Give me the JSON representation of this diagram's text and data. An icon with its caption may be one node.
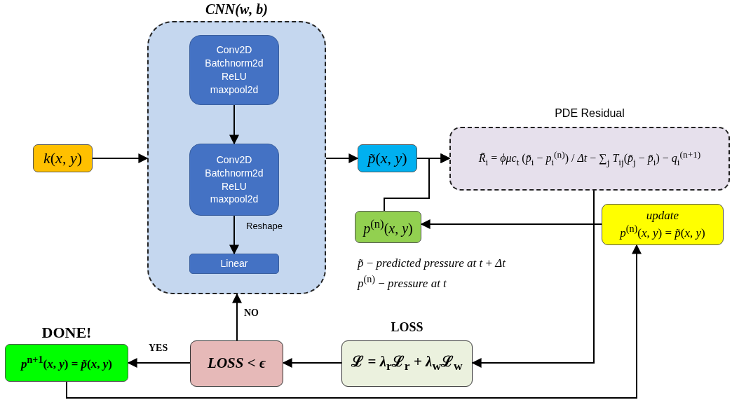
{
  "diagram": {
    "nodes": [
      {
        "text": [
          "*CNN*(**w**, **b**)"
        ]
      },
      {
        "text": [
          "Conv2D Batchnorm2d ReLU maxpool2d"
        ],
        "in": 0
      },
      {
        "text": [
          "Conv2D Batchnorm2d ReLU maxpool2d"
        ],
        "in": 0
      },
      {
        "text": [
          "Linear"
        ],
        "in": 0
      },
      {
        "text": [
          "*k*(*x*, *y*)"
        ]
      },
      {
        "text": [
          "*p̃*(*x*, *y*)"
        ]
      },
      {
        "text": [
          "PDE Residual",
          "*R̃*$_{i}$ = *ϕμc*$_{t}$ (*p̃*$_{i}$ − *p*$_{i}$$^{(n)}$) / *Δt* − ∑$_{j}$ *T*$_{ij}$(*p̃*$_{j}$ − *p̃*$_{i}$) − *q*$_{i}$$^{(n+1)}$"
        ]
      },
      {
        "text": [
          "*p*$^{(n)}$(*x*, *y*)"
        ]
      },
      {
        "text": [
          "update",
          "*p*$^{(n)}$(*x*, *y*) = *p̃*(*x*, *y*)"
        ]
      },
      {
        "text": [
          "DONE!",
          "*p*$^{n+1}$(*x*, *y*) = *p̃*(*x*, *y*)"
        ]
      },
      {
        "text": [
          "*LOSS* < *ϵ*"
        ]
      },
      {
        "text": [
          "LOSS",
          "ℒ = *λ*$_{r}$ℒ$_{r}$ + *λ*$_{w}$ℒ$_{w}$"
        ]
      }
    ],
    "edges": [
      {
        "from": 1,
        "to": 2,
        "arrow": "to"
      },
      {
        "from": 2,
        "to": 3,
        "arrow": "to",
        "label": "Reshape"
      },
      {
        "from": 4,
        "to": 0,
        "arrow": "to"
      },
      {
        "from": 0,
        "to": 5,
        "arrow": "to"
      },
      {
        "from": 5,
        "to": 6,
        "arrow": "to"
      },
      {
        "from": 7,
        "to": 6,
        "arrow": "to"
      },
      {
        "from": 8,
        "to": 7,
        "arrow": "to"
      },
      {
        "from": 6,
        "to": 11,
        "arrow": "to"
      },
      {
        "from": 11,
        "to": 10,
        "arrow": "to"
      },
      {
        "from": 10,
        "to": 0,
        "arrow": "to",
        "label": "NO"
      },
      {
        "from": 10,
        "to": 9,
        "arrow": "to",
        "label": "YES"
      },
      {
        "from": 9,
        "to": 8,
        "arrow": "to"
      }
    ],
    "labels": [
      "*p̃* − *predicted pressure at t* + *Δt*",
      "*p*$^{(n)}$ − *pressure at t*"
    ]
  }
}
